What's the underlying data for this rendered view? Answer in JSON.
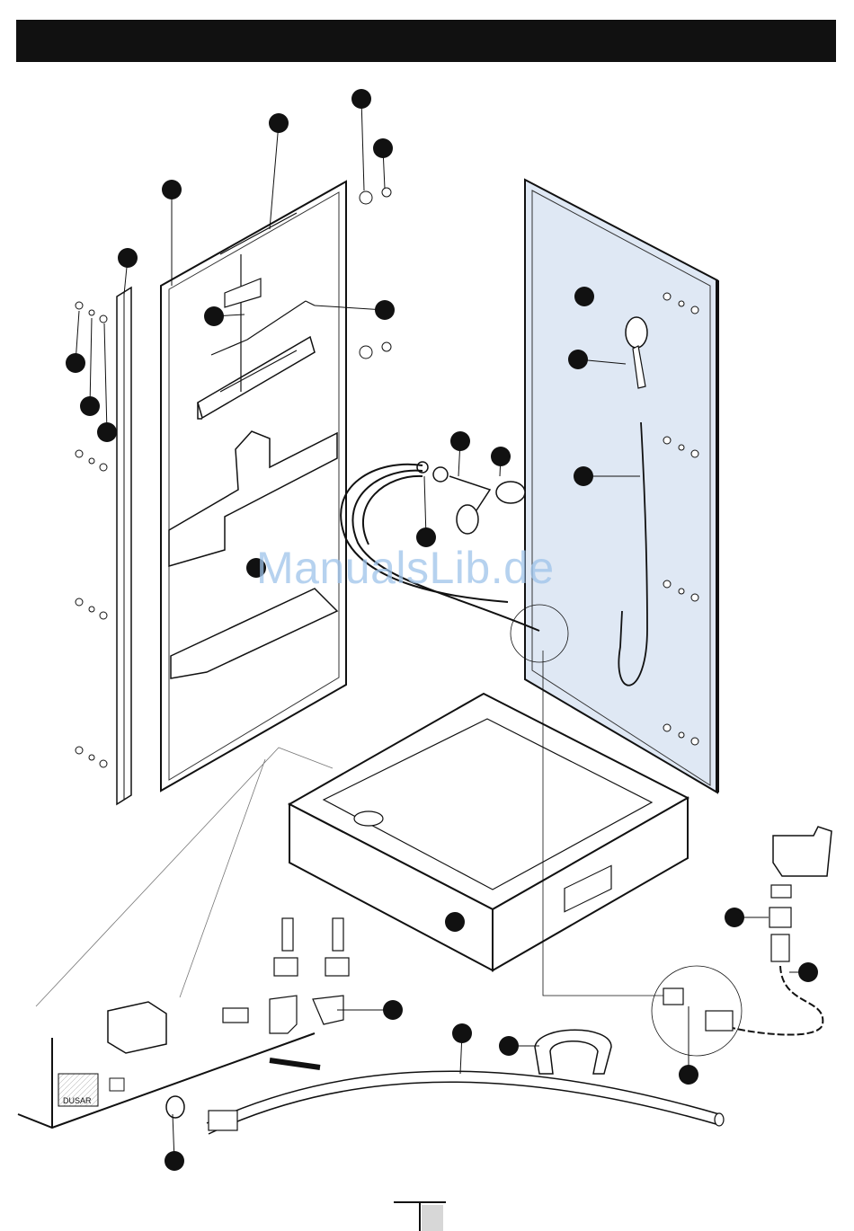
{
  "header": {
    "title": ""
  },
  "diagram": {
    "type": "exploded-assembly",
    "callout_color": "#111111",
    "panel_tint": "#dfe8f4",
    "callouts": [
      "callout-1",
      "callout-2",
      "callout-3",
      "callout-4",
      "callout-5",
      "callout-6",
      "callout-7",
      "callout-8",
      "callout-9",
      "callout-10",
      "callout-11",
      "callout-12",
      "callout-13",
      "callout-14",
      "callout-15",
      "callout-16",
      "callout-17",
      "callout-18",
      "callout-19",
      "callout-20",
      "callout-21",
      "callout-22",
      "callout-23",
      "callout-24",
      "callout-25",
      "callout-26",
      "callout-27",
      "callout-28"
    ],
    "labels": {
      "control_label": "DUSAR"
    }
  },
  "watermark": {
    "text": "ManualsLib.de"
  },
  "footer": {
    "page_number": ""
  }
}
